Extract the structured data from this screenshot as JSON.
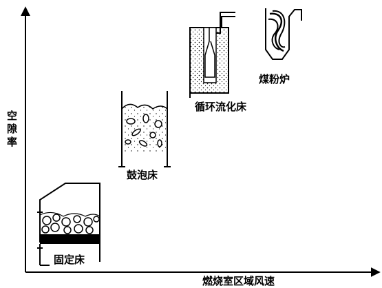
{
  "axes": {
    "y_label": "空隙率",
    "x_label": "燃烧室区域风速"
  },
  "stages": [
    {
      "label": "固定床"
    },
    {
      "label": "鼓泡床"
    },
    {
      "label": "循环流化床"
    },
    {
      "label": "煤粉炉"
    }
  ],
  "colors": {
    "ink": "#000000",
    "background": "#ffffff"
  }
}
